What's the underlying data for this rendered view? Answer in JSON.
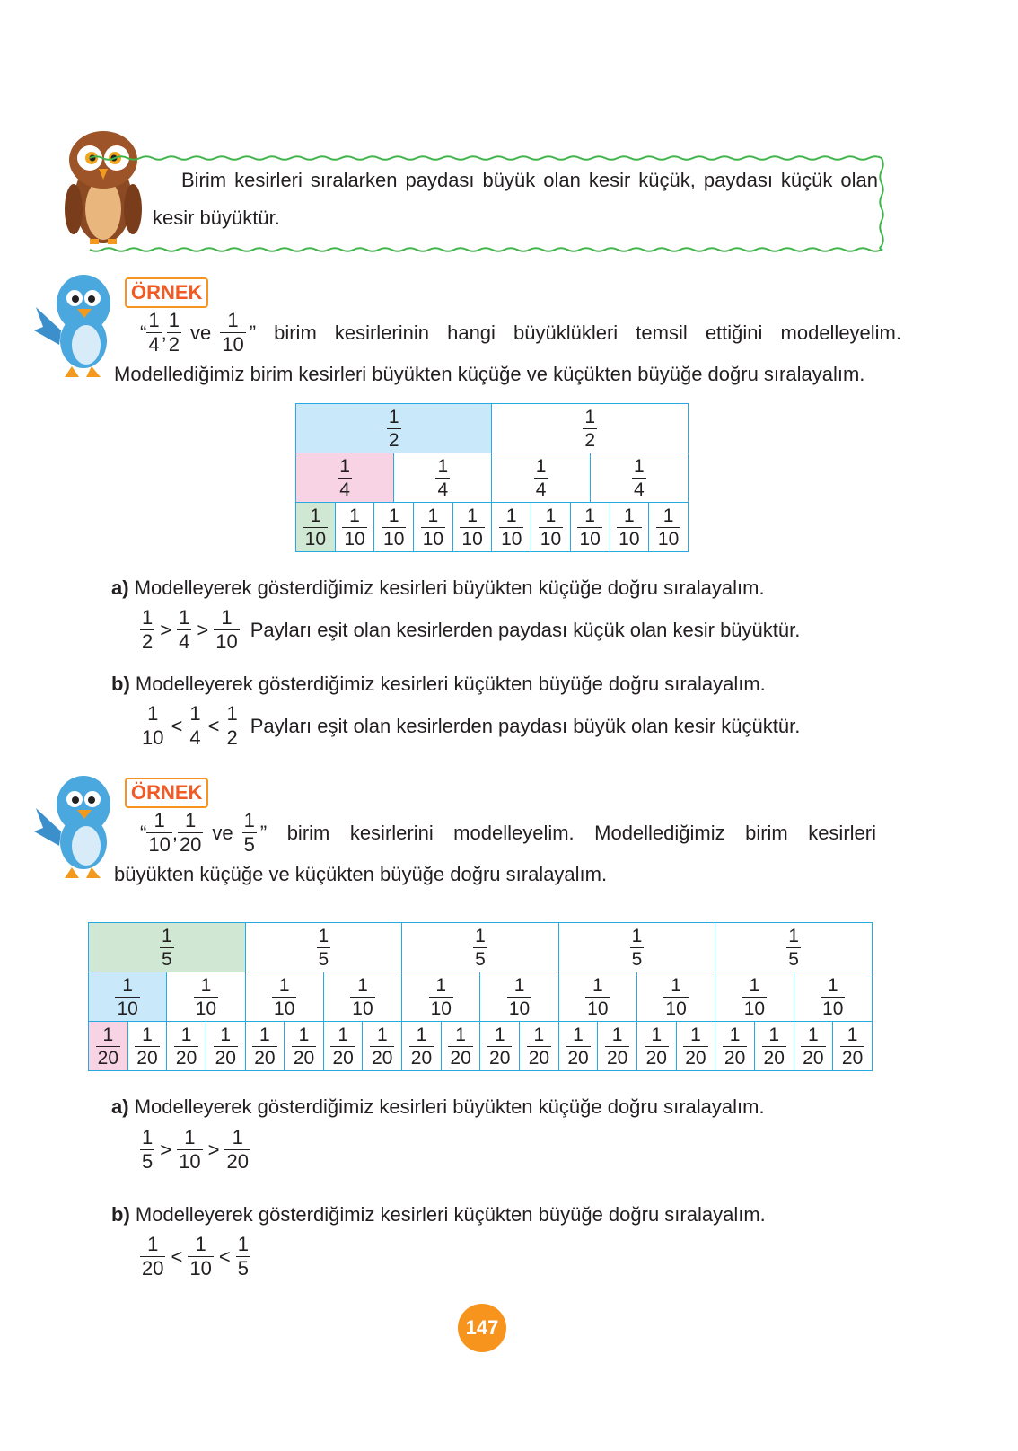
{
  "note": {
    "text": "Birim kesirleri sıralarken paydası büyük olan kesir küçük, paydası küçük olan kesir büyüktür."
  },
  "example1": {
    "badge": "ÖRNEK",
    "intro_open": "“",
    "f1": {
      "n": "1",
      "d": "4"
    },
    "comma": ",",
    "f2": {
      "n": "1",
      "d": "2"
    },
    "ve": "ve",
    "f3": {
      "n": "1",
      "d": "10"
    },
    "intro_close": "” birim kesirlerinin hangi büyüklükleri temsil ettiğini modelleyelim.",
    "line2": "Modellediğimiz birim kesirleri büyükten küçüğe ve küçükten büyüğe doğru sıralayalım.",
    "model": {
      "row1": [
        {
          "n": "1",
          "d": "2"
        },
        {
          "n": "1",
          "d": "2"
        }
      ],
      "row2": [
        {
          "n": "1",
          "d": "4"
        },
        {
          "n": "1",
          "d": "4"
        },
        {
          "n": "1",
          "d": "4"
        },
        {
          "n": "1",
          "d": "4"
        }
      ],
      "row3_n": "1",
      "row3_d": "10"
    },
    "a_label": "a)",
    "a_text": "Modelleyerek gösterdiğimiz kesirleri büyükten küçüğe doğru sıralayalım.",
    "a_order": [
      {
        "n": "1",
        "d": "2"
      },
      {
        "n": "1",
        "d": "4"
      },
      {
        "n": "1",
        "d": "10"
      }
    ],
    "a_op": ">",
    "a_note": "Payları eşit olan kesirlerden paydası küçük olan kesir büyüktür.",
    "b_label": "b)",
    "b_text": "Modelleyerek gösterdiğimiz kesirleri küçükten büyüğe doğru sıralayalım.",
    "b_order": [
      {
        "n": "1",
        "d": "10"
      },
      {
        "n": "1",
        "d": "4"
      },
      {
        "n": "1",
        "d": "2"
      }
    ],
    "b_op": "<",
    "b_note": "Payları eşit olan kesirlerden paydası büyük olan kesir küçüktür."
  },
  "example2": {
    "badge": "ÖRNEK",
    "intro_open": "“",
    "f1": {
      "n": "1",
      "d": "10"
    },
    "comma": ",",
    "f2": {
      "n": "1",
      "d": "20"
    },
    "ve": "ve",
    "f3": {
      "n": "1",
      "d": "5"
    },
    "intro_close": "” birim kesirlerini modelleyelim. Modellediğimiz birim kesirleri",
    "line2": "büyükten küçüğe ve küçükten büyüğe doğru sıralayalım.",
    "model": {
      "row1_n": "1",
      "row1_d": "5",
      "row2_n": "1",
      "row2_d": "10",
      "row3_n": "1",
      "row3_d": "20"
    },
    "a_label": "a)",
    "a_text": "Modelleyerek gösterdiğimiz kesirleri büyükten küçüğe doğru sıralayalım.",
    "a_order": [
      {
        "n": "1",
        "d": "5"
      },
      {
        "n": "1",
        "d": "10"
      },
      {
        "n": "1",
        "d": "20"
      }
    ],
    "a_op": ">",
    "b_label": "b)",
    "b_text": "Modelleyerek gösterdiğimiz kesirleri küçükten büyüğe doğru sıralayalım.",
    "b_order": [
      {
        "n": "1",
        "d": "20"
      },
      {
        "n": "1",
        "d": "10"
      },
      {
        "n": "1",
        "d": "5"
      }
    ],
    "b_op": "<"
  },
  "page_number": "147",
  "colors": {
    "model_border": "#27a9e1",
    "blue": "#c9e8fa",
    "pink": "#f7d3e4",
    "green": "#cfe7d3",
    "badge": "#f15a24",
    "note_border": "#3fb44a",
    "page_badge": "#f7941d"
  },
  "icons": [
    "owl-mascot-icon",
    "bird-mascot-icon"
  ]
}
